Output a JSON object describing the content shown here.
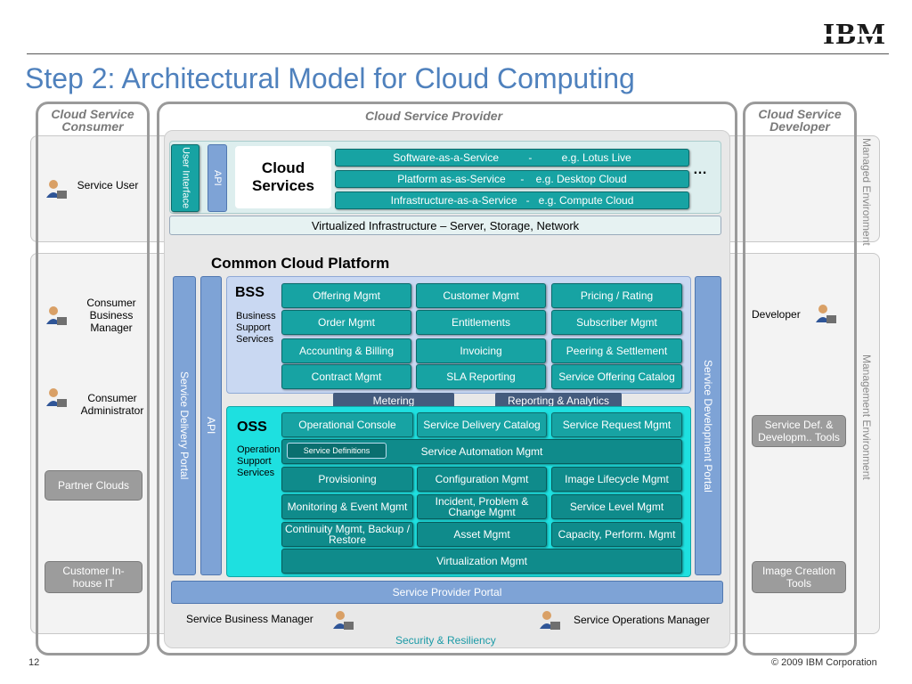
{
  "brand": {
    "logo": "IBM"
  },
  "title": "Step 2: Architectural Model for Cloud Computing",
  "columns": {
    "consumer": "Cloud Service Consumer",
    "provider": "Cloud Service Provider",
    "developer": "Cloud Service Developer"
  },
  "bands": {
    "managed": "Managed Environment",
    "management": "Management Environment"
  },
  "consumer_roles": [
    "Service User",
    "Consumer Business Manager",
    "Consumer Administrator"
  ],
  "consumer_buttons": [
    "Partner Clouds",
    "Customer In-house IT"
  ],
  "developer_role": "Developer",
  "developer_buttons": [
    "Service Def. & Developm.. Tools",
    "Image Creation Tools"
  ],
  "cloud_services": {
    "user_interface": "User Interface",
    "api": "API",
    "title": "Cloud Services",
    "rows": [
      "Software-as-a-Service          -          e.g. Lotus Live",
      "Platform as-as-Service     -    e.g. Desktop Cloud",
      "Infrastructure-as-a-Service   -   e.g. Compute Cloud"
    ],
    "ellipsis": "…",
    "virtualized": "Virtualized Infrastructure – Server, Storage, Network"
  },
  "platform": {
    "title": "Common Cloud Platform",
    "service_delivery_portal": "Service Delivery Portal",
    "api": "API",
    "service_development_portal": "Service Development Portal",
    "bss": {
      "title": "BSS",
      "subtitle": "Business Support Services",
      "items": [
        "Offering Mgmt",
        "Customer Mgmt",
        "Pricing / Rating",
        "Order Mgmt",
        "Entitlements",
        "Subscriber  Mgmt",
        "Accounting & Billing",
        "Invoicing",
        "Peering & Settlement",
        "Contract Mgmt",
        "SLA Reporting",
        "Service Offering Catalog"
      ]
    },
    "metering": "Metering",
    "reporting": "Reporting & Analytics",
    "oss": {
      "title": "OSS",
      "subtitle": "Operational Support Services",
      "row1": [
        "Operational Console",
        "Service Delivery Catalog",
        "Service Request  Mgmt"
      ],
      "service_definitions": "Service Definitions",
      "service_automation": "Service Automation Mgmt",
      "grid": [
        "Provisioning",
        "Configuration Mgmt",
        "Image Lifecycle Mgmt",
        "Monitoring & Event Mgmt",
        "Incident, Problem & Change Mgmt",
        "Service Level Mgmt",
        "Continuity Mgmt, Backup / Restore",
        "Asset Mgmt",
        "Capacity, Perform. Mgmt"
      ],
      "virtualization": "Virtualization Mgmt"
    },
    "provider_portal": "Service Provider Portal"
  },
  "provider_roles": {
    "business": "Service Business Manager",
    "operations": "Service Operations Manager"
  },
  "security": "Security & Resiliency",
  "footer": {
    "page": "12",
    "copyright": "© 2009 IBM Corporation"
  },
  "colors": {
    "title": "#4f81bd",
    "teal": "#17a3a3",
    "blue": "#7ea3d6"
  }
}
